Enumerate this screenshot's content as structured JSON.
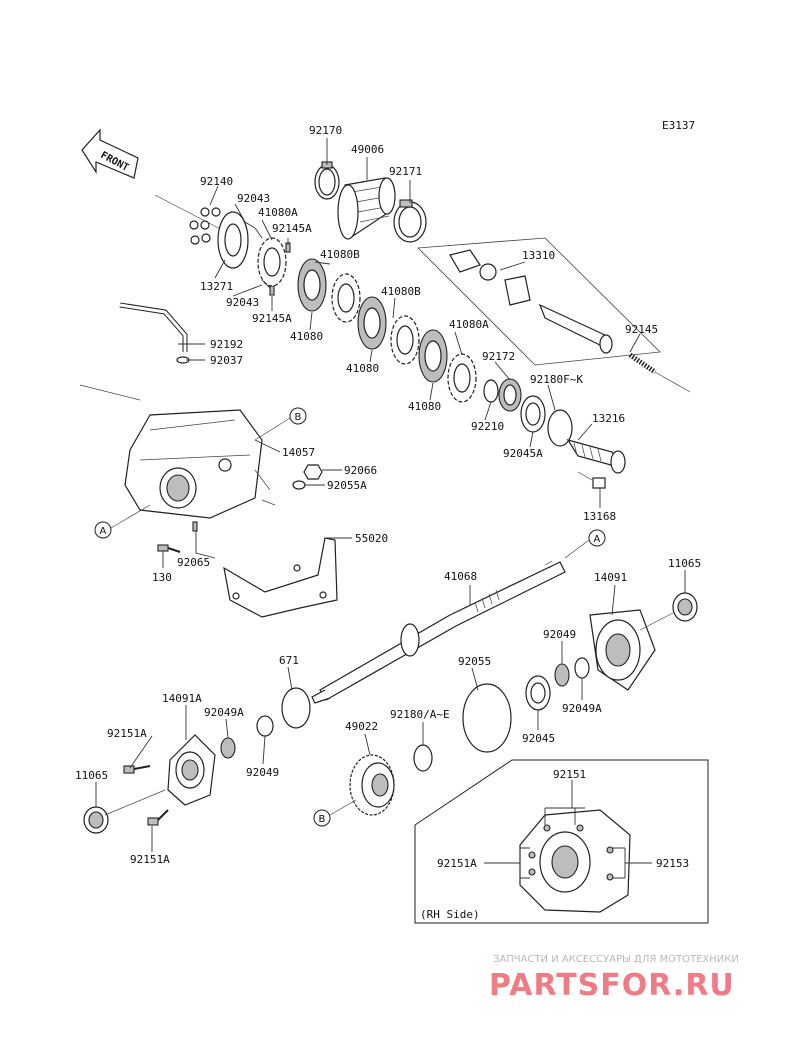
{
  "diagram_code": "E3137",
  "front_label": "FRONT",
  "inset_caption": "(RH Side)",
  "callouts": [
    "A",
    "B",
    "A",
    "B"
  ],
  "labels": {
    "p92170": "92170",
    "p49006": "49006",
    "p92171": "92171",
    "p92140": "92140",
    "p92043a": "92043",
    "p41080A_top": "41080A",
    "p92145A_top": "92145A",
    "p41080B_1": "41080B",
    "p13271": "13271",
    "p92043b": "92043",
    "p92145A_2": "92145A",
    "p41080_1": "41080",
    "p41080B_2": "41080B",
    "p41080A_2": "41080A",
    "p41080_2": "41080",
    "p41080_3": "41080",
    "p13310": "13310",
    "p92145": "92145",
    "p92192": "92192",
    "p92037": "92037",
    "p92172": "92172",
    "p92180FK": "92180F~K",
    "p92210": "92210",
    "p92045A": "92045A",
    "p13216": "13216",
    "p14057": "14057",
    "p92066": "92066",
    "p92055A": "92055A",
    "p13168": "13168",
    "p55020": "55020",
    "p92065": "92065",
    "p130": "130",
    "p41068": "41068",
    "p14091": "14091",
    "p11065_r": "11065",
    "p671": "671",
    "p92055": "92055",
    "p92049_r": "92049",
    "p92049A_r": "92049A",
    "p92045": "92045",
    "p14091A": "14091A",
    "p92049A_l": "92049A",
    "p92151A_1": "92151A",
    "p49022": "49022",
    "p92180AE": "92180/A~E",
    "p92049_l": "92049",
    "p11065_l": "11065",
    "p92151A_2": "92151A",
    "p92151": "92151",
    "p92151A_inset": "92151A",
    "p92153": "92153"
  },
  "watermark": {
    "tagline": "ЗАПЧАСТИ И АКСЕССУАРЫ ДЛЯ МОТОТЕХНИКИ",
    "brand": "PARTSFOR.RU"
  }
}
